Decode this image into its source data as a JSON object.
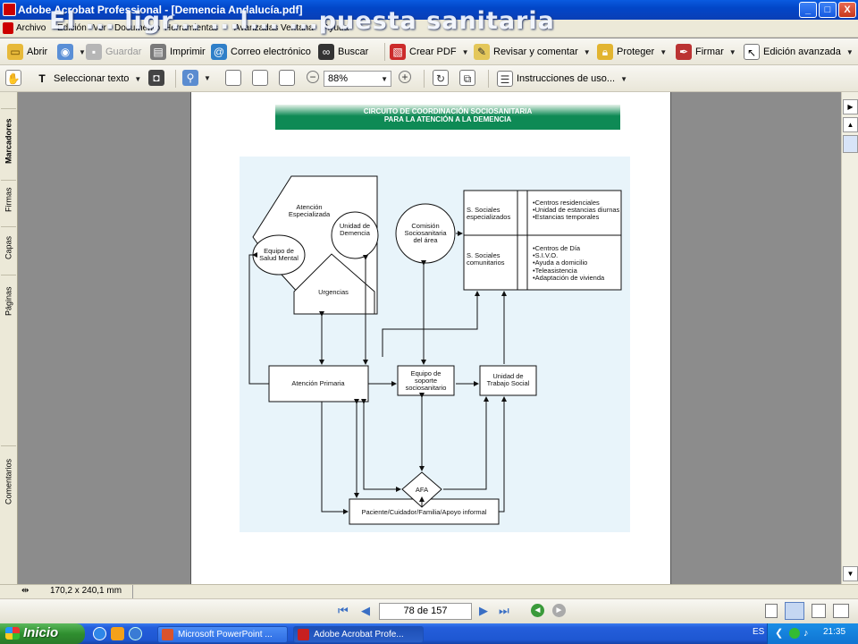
{
  "window": {
    "title": "Adobe Acrobat Professional - [Demencia Andalucía.pdf]",
    "controls": {
      "minimize": "_",
      "maximize": "□",
      "close": "X"
    }
  },
  "slide_overlay_title": "El ... ligr... ...l... ...puesta sanitaria",
  "menubar": [
    "Archivo",
    "Edición",
    "Ver",
    "Documento",
    "Herramientas",
    "Avanzadas",
    "Ventana",
    "Ayuda"
  ],
  "toolbar1": {
    "open": "Abrir",
    "save": "Guardar",
    "print": "Imprimir",
    "email": "Correo electrónico",
    "search": "Buscar",
    "create_pdf": "Crear PDF",
    "review": "Revisar y comentar",
    "protect": "Proteger",
    "sign": "Firmar",
    "advanced_edit": "Edición avanzada"
  },
  "toolbar2": {
    "select_text": "Seleccionar texto",
    "zoom": "88%",
    "instructions": "Instrucciones de uso..."
  },
  "left_tabs": [
    "Marcadores",
    "Firmas",
    "Capas",
    "Páginas",
    "Comentarios"
  ],
  "status": {
    "page_size": "170,2 x 240,1 mm"
  },
  "nav": {
    "page_indicator": "78 de 157"
  },
  "taskbar": {
    "start": "Inicio",
    "tasks": [
      "Microsoft PowerPoint ...",
      "Adobe Acrobat Profe..."
    ],
    "lang": "ES",
    "clock": "21:35"
  },
  "colors": {
    "header_green": "#0e8a55",
    "diagram_bg": "#e8f4fa",
    "title_blue": "#0246c8"
  },
  "diagram": {
    "header_line1": "CIRCUITO DE COORDINACIÓN SOCIOSANITARIA",
    "header_line2": "PARA LA ATENCIÓN A LA DEMENCIA",
    "atencion_especializada": "Atención Especializada",
    "unidad_demencia": "Unidad de Demencia",
    "salud_mental": "Equipo de Salud Mental",
    "urgencias": "Urgencias",
    "comision": "Comisión Sociosanitaria del área",
    "ss_especializados": "S. Sociales especializados",
    "ss_comunitarios": "S. Sociales comunitarios",
    "list_especializados": [
      "Centros residenciales",
      "Unidad de estancias diurnas",
      "Estancias temporales"
    ],
    "list_comunitarios": [
      "Centros de Día",
      "S.I.V.O.",
      "Ayuda a domicilio",
      "Teleasistencia",
      "Adaptación de vivienda"
    ],
    "atencion_primaria": "Atención Primaria",
    "equipo_soporte": "Equipo de soporte sociosanitario",
    "unidad_trabajo_social": "Unidad de Trabajo Social",
    "afa": "AFA",
    "paciente": "Paciente/Cuidador/Familia/Apoyo informal"
  }
}
